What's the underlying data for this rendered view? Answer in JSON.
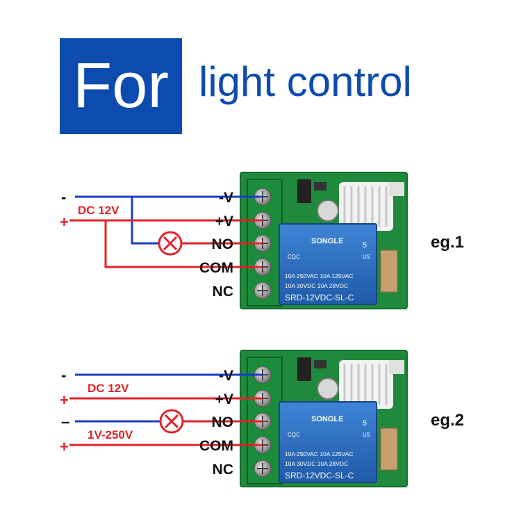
{
  "title": {
    "boxed_word": "For",
    "rest": "light control"
  },
  "examples": [
    {
      "label": "eg.1",
      "left_labels": {
        "minus": "-",
        "dc": "DC 12V",
        "plus": "+"
      },
      "terminals": [
        "-V",
        "+V",
        "NO",
        "COM",
        "NC"
      ],
      "relay": {
        "brand": "SONGLE",
        "rating1": "10A 250VAC  10A 125VAC",
        "rating2": "10A  30VDC  10A  28VDC",
        "model": "SRD-12VDC-SL-C",
        "num": "5",
        "us": "US",
        "cqc": "CQC"
      }
    },
    {
      "label": "eg.2",
      "left_labels": {
        "minus": "-",
        "dc": "DC 12V",
        "plus": "+",
        "minus2": "–",
        "ac": "1V-250V",
        "plus2": "+"
      },
      "terminals": [
        "-V",
        "+V",
        "NO",
        "COM",
        "NC"
      ],
      "relay": {
        "brand": "SONGLE",
        "rating1": "10A 250VAC  10A 125VAC",
        "rating2": "10A  30VDC  10A  28VDC",
        "model": "SRD-12VDC-SL-C",
        "num": "5",
        "us": "US",
        "cqc": "CQC"
      }
    }
  ],
  "colors": {
    "title_blue": "#0d4cae",
    "wire_blue": "#1a3cc8",
    "wire_red": "#e0232a",
    "board_green": "#1f8a3c",
    "relay_blue": "#2f6fc0"
  }
}
